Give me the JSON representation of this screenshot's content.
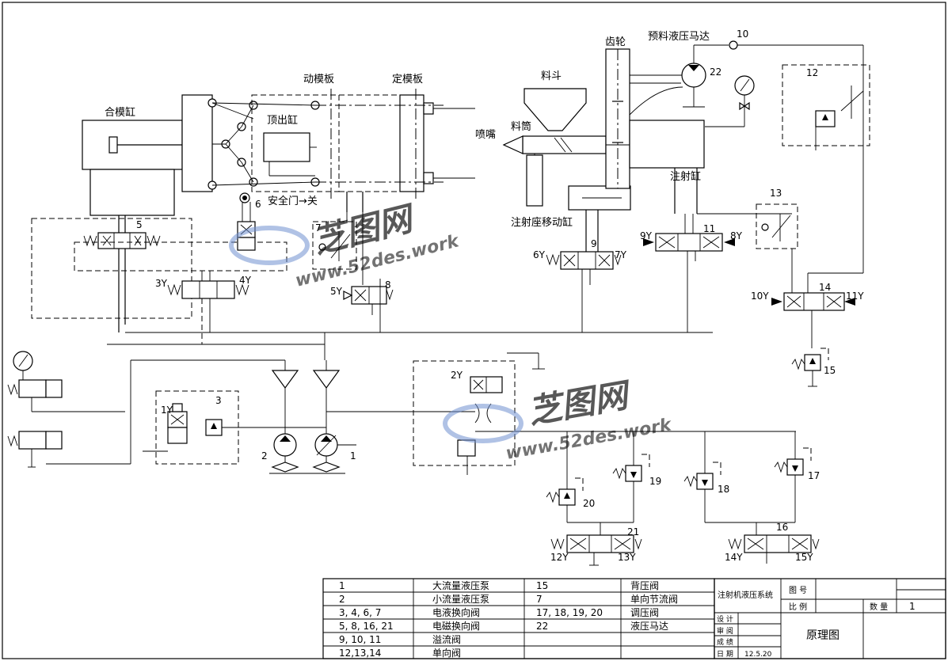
{
  "components": {
    "clamp_cylinder": "合模缸",
    "moving_platen": "动模板",
    "fixed_platen": "定模板",
    "ejector_cylinder": "顶出缸",
    "safety_door": "安全门→关",
    "hopper": "料斗",
    "barrel": "料筒",
    "nozzle": "喷嘴",
    "gear": "齿轮",
    "preplastic_motor": "预料液压马达",
    "injection_cylinder": "注射缸",
    "carriage_cylinder": "注射座移动缸"
  },
  "numbers": {
    "n1": "1",
    "n2": "2",
    "n3": "3",
    "n5": "5",
    "n6": "6",
    "n7": "7",
    "n8": "8",
    "n9": "9",
    "n10": "10",
    "n11": "11",
    "n12": "12",
    "n13": "13",
    "n14": "14",
    "n15": "15",
    "n16": "16",
    "n17": "17",
    "n18": "18",
    "n19": "19",
    "n20": "20",
    "n21": "21",
    "n22": "22"
  },
  "solenoids": {
    "y1": "1Y",
    "y2": "2Y",
    "y3": "3Y",
    "y4": "4Y",
    "y5": "5Y",
    "y6": "6Y",
    "y7": "7Y",
    "y8": "8Y",
    "y9": "9Y",
    "y10": "10Y",
    "y11": "11Y",
    "y12": "12Y",
    "y13": "13Y",
    "y14": "14Y",
    "y15": "15Y"
  },
  "parts_table": {
    "rows": [
      {
        "num1": "1",
        "name1": "大流量液压泵",
        "num2": "15",
        "name2": "背压阀"
      },
      {
        "num1": "2",
        "name1": "小流量液压泵",
        "num2": "7",
        "name2": "单向节流阀"
      },
      {
        "num1": "3, 4, 6, 7",
        "name1": "电液换向阀",
        "num2": "17, 18, 19, 20",
        "name2": "调压阀"
      },
      {
        "num1": "5, 8, 16, 21",
        "name1": "电磁换向阀",
        "num2": "22",
        "name2": "液压马达"
      },
      {
        "num1": "9, 10, 11",
        "name1": "溢流阀",
        "num2": "",
        "name2": ""
      },
      {
        "num1": "12,13,14",
        "name1": "单向阀",
        "num2": "",
        "name2": ""
      }
    ]
  },
  "title_block": {
    "system_name": "注射机液压系统",
    "drawing_no_label": "图 号",
    "scale_label": "比 例",
    "quantity_label": "数 量",
    "quantity_value": "1",
    "design_label": "设 计",
    "review_label": "审 阅",
    "grade_label": "成 绩",
    "date_label": "日 期",
    "date_value": "12.5.20",
    "drawing_title": "原理图"
  },
  "watermark": {
    "logo_text": "芝图网",
    "site_text": "www.52des.work"
  }
}
